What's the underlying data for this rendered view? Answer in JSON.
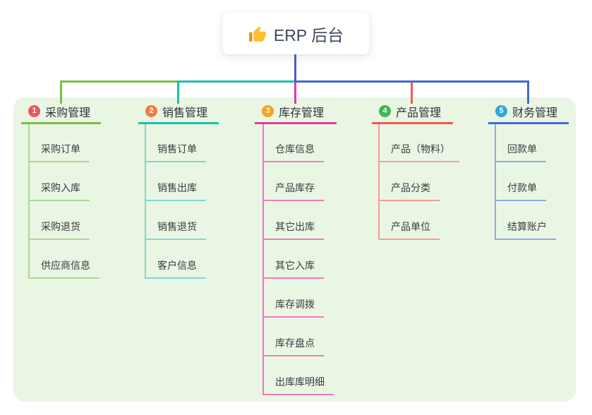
{
  "root": {
    "title": "ERP 后台",
    "icon": "thumbs-up-icon",
    "line_color": "#4d5bd0"
  },
  "canvas": {
    "page_background": "#ffffff",
    "panel_background": "#e9f6e4"
  },
  "branches": [
    {
      "badge": "1",
      "label": "采购管理",
      "badge_color": "#ee5565",
      "line_color": "#7cbe46",
      "child_line_color": "#aed88f",
      "children": [
        "采购订单",
        "采购入库",
        "采购退货",
        "供应商信息"
      ]
    },
    {
      "badge": "2",
      "label": "销售管理",
      "badge_color": "#f47b3d",
      "line_color": "#1fbfad",
      "child_line_color": "#82d8cd",
      "children": [
        "销售订单",
        "销售出库",
        "销售退货",
        "客户信息"
      ]
    },
    {
      "badge": "3",
      "label": "库存管理",
      "badge_color": "#f9a21d",
      "line_color": "#e23a9e",
      "child_line_color": "#f278c0",
      "children": [
        "仓库信息",
        "产品库存",
        "其它出库",
        "其它入库",
        "库存调拨",
        "库存盘点",
        "出库库明细"
      ]
    },
    {
      "badge": "4",
      "label": "产品管理",
      "badge_color": "#3eb851",
      "line_color": "#f25752",
      "child_line_color": "#f79b97",
      "children": [
        "产品（物料）",
        "产品分类",
        "产品单位"
      ]
    },
    {
      "badge": "5",
      "label": "财务管理",
      "badge_color": "#2ea8e0",
      "line_color": "#4469cf",
      "child_line_color": "#93a9e3",
      "children": [
        "回款单",
        "付款单",
        "结算账户"
      ]
    }
  ]
}
